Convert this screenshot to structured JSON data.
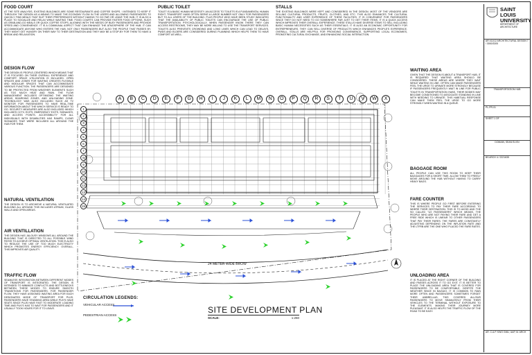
{
  "text_blocks": [
    {
      "id": "food-court",
      "title": "FOOD COURT",
      "body": "AT THE SITE ANALYSIS, EXISTING BUILDINGS ARE SOME RESTAURANTS AND COFFEE SHOPS. I INTENDED TO KEEP IT THROUGH THE DESIGN AS A MEANS TO MAKE THE ECONOMY FLOW IN THE USERS AND ALLOWING PASSENGERS TO QUICKLY FIND MEALS THAT SUIT THEIR PREFERENCES WITHOUT HAVING TO GO FAR OR LEAVE THE HUB. IT IS ALSO A PLACE TO SOCIALIZE AND RELAX WHILE WAITING TIME. FOOD COURTS CAN PROVIDE FASTER FOOD OPTIONS, SUCH AS GRAB-AND-GO MEALS OR QUICK COFFEE STOPS, ALIGNING WITH THE NEEDS OF BUSY PASSENGERS AND PROVIDE SPEED AND CONVENIENCE. IT IS A COMMUNAL ASPECT THAT CAN ENHANCE THE ATMOSPHERE OF THE HUB. IT CAN ACCOMMODATE ANYONE WHO ENTERS THE HUB, NOT ONLY PASSENGERS BUT ALSO THE PEOPLE THAT PASSES BY. THEY MIGHT GET HUNGRY ON THEIR WAY TO THEIR DESTINATION AND THEY MAY BE A STOP-BY FOR THEM TO HAVE A BREAK AND RELAXATION."
    },
    {
      "id": "public-toilet",
      "title": "PUBLIC TOILET",
      "body": "TOILET IS A BASIC HUMAN NECESSITY. AN ACCESS TO TOILETS IS A FUNDAMENTAL HUMAN RIGHT. TRANSPORT HUBS OFTEN SERVE A LARGE NUMBER NOT ONLY FOR PASSENGERS BUT TO ALL USERS OF THE BUILDING. PLUS PEOPLE WHO HAVE BEEN STUDY INDICATED THAT THE AVAILABILITY OF PUBLIC TOILETS CAN ENCOURAGE THE USE OF PUBLIC TRANSPORTATION. PSYCHOLOGICALLY, WHEN PASSENGER KNOW THERE THEY CAN ACCESS RESTROOMS, THEY MAY BE MORE WILLING TO USE THE TRANSPORT SERVICES. TOILETS ALSO PREVENTS CROWDING AND LONG LINES WHICH CAN LEAD TO DELAYS. PWDS AND ELDERS ARE CONSIDERED DURING PLANNING WHICH HELPS THEM TO HAVE COMFORT AS WELL."
    },
    {
      "id": "stalls",
      "title": "STALLS",
      "body": "THE EXISTING BUILDINGS WERE KEPT AND CONSIDERED IN THE DESIGN. MOST OF THE VENDORS ARE SELLING CULTURAL PRODUCTS, FRUITS, CLOTHES, AND ETC. THIS ALSO ENHANCES THE CULTURAL FUNCTIONALITY AND USER EXPERIENCE OF THESE FACILITIES. IT IS CONVENIENT FOR PASSENGERS SINCE THEY DO NOT NEED TO GO SOMEWHERE FAR JUST TO GET THEIR ITEMS. IT IS A QUICK ACCESS WHICH IMPROVES THEIR OVERALL EXPERIENCE. THESE STALLS HAVE DIVERSE ITEMS TO SELL INCLUDING BASIC HUMAN NECESSITIES SUCH AS THEIR ESSENTIALS. IT IS ALSO AN ECONOMIC OPPORTUNITY FOR ENTREPRENEURS. THEY CAN SELL DIVERSE OF PRODUCTS WHICH ENHANCES PEOPLE'S EXPERIENCE. OVERALL, STALLS ARE HELPFUL FOR PROVIDING CONVENIENCE, SUPPORTING LOCAL ECONOMIES, PROMOTING CULTURAL EXCHANGE, AND ENHANCING SOCIAL INTERACTION."
    },
    {
      "id": "design-flow",
      "title": "DESIGN FLOW",
      "body": "THE DESIGN IS PEOPLE-CENTERED WHICH MEANS THAT IT IS FOCUSED ON THEIR OVERALL EXPERIENCE AND COMFORT. SPACE UTILIZATION IS INCLUDED. OPEN SPACES AND ZONES FOR WAITING CREATES FLEXIBLE AND MODULAR SPACES THAT CAN ACCOMMODATE VARIOUS FUNCTION. THE PASSENGERS ARE DESIGNED TO BE PROTECTED FROM WEATHER ELEMENTS SUCH AS TOO MUCH HEAT AND RAIN. THE FLOW MANAGEMENT INCLUDES OPTIMIZING THE WAITING AREAS, BOARDING ZONES, AND UNLOADING ZONE. TECHNOLOGY WAS ALSO INCLUDED SUCH AS TV MONITOR FOR PASSENGERS TO HAVE REAL-TIME INFORMATION ABOUT THE WHICH SERVICE IS READY TO GO. SECURITY MEASURES ARE ALSO INCLUDED WHICH INCLUDES CCTV, EXITS, EMERGENCY EXITS, SIGNAGES, AND ACCESS POINTS. ACCESSIBILITY FOR ALL INDIVIDUALS WITH DISABILITIES HAS RAMPS, CLEAR SIGNAGES THAT WERE INCLUDED ALL AROUND THE HUB FOR THEM."
    },
    {
      "id": "natural-ventilation",
      "title": "NATURAL VENTILATION",
      "body": "THE DESIGN IS TO ARCHIEVE A NATURAL VENTILATED BUILDING ALL AROUND THIS INCLUDES ATRIUM, GLASS WALLS AND OPEN AREAS."
    },
    {
      "id": "air-ventilation",
      "title": "AIR VENTILLATION",
      "body": "THE DESIGN HAS JALOUSY WINDOWS ALL AROUND THE BUILDING THAT IS DIRECTED TO ALL POSSIBLE WIND PATHS TO ACHIEVE OPTIMAL VENTILATION. THIS IS ALSO TO REDUCE THE USE OF TOO MUCH ELECTRICITY WHICH PROMOTES ENERGY EFFICIENCY. OVERALL, THIS IMPROVES AIR QUALITY."
    },
    {
      "id": "traffic-flow",
      "title": "TRAFFIC FLOW",
      "body": "SEAMLESS INTEGRATION BETWEEN DIFFERENT MODES OF TRANSPORT IS INTEGRATED. THE DESIGN IS INTENDED TO MINIMIZE CONFLICTS AND BOTTLENECKS BETWEEN THESE MODES TO ENSURE SMOOTH TRANSITIONS FOR PASSENGERS. FOR PASSENGER FLOW, THEY HAVE ASSIGNED WAITING AREA FOR EACH DESIGNATED MODE OF TRANSPORT FOR PUJS. PASSENGERS HAVE STANDING AREA WHILE PUV'S HAVE SEATS SINCE PUJS HAVE FAST TO MODERATE LOADING TIME AND PUV'S HAS TO WAIT FOR PASSENGERS AND IT USUALLY TOOK HOURS FOR IT TO LEAVE."
    },
    {
      "id": "waiting-area",
      "title": "WAITING AREA",
      "body": "GIVEN THAT THE DESIGN IS ABOUT A TRANSPORT HUB, IT IS REQUIRED THAT WAITING AREA SHOULD BE CONSIDERED. THESE AREAS ARE WHERE THEY WAIT WHILE WAITING IN LINE. OFTEN CAN MAKE PASSENGERS FEEL THE URGE TO URINATE MORE STRONGLY BECAUSE IF PASSENGERS FREQUENTLY WAIT IN LINE FOR PUBLIC TOILETS IN TRANSPORTATION HUBS, THEIR BODIES MAY BECOME CONDITIONED TO ASSOCIATE STANDING IN LINE WITH NEEDING TO URINATE. THIS HABITUAL RESPONSE CAN MAKE THEM FEEL THE URGE TO GO MORE STRONGLY WHEN WAITING IN A QUEUE."
    },
    {
      "id": "baggage-room",
      "title": "BAGGAGE ROOM",
      "body": "ALL PEOPLE CAN USE THIS ROOM TO KEEP THEIR BAGGAGES FOR A SHORT TIME. ALLOW THEM TO FREELY MOVE AROUND THE HUB WITHOUT HAVING TO CARRY HEAVY BAGS."
    },
    {
      "id": "fare-counter",
      "title": "FARE COUNTER",
      "body": "THIS IS WHERE PEOPLE GO FIRST BEFORE ENTERING THE SERVICES TO PAY THEIR FARE ACCORDING TO WHERE THEIR DESTINATION. THIS IS TO AVOID AND THE SO CALLED \"1/2 PASSENGERS\" WHICH MEANS, THE PEOPLE WHO ARE NOT PAYING THEIR FARE AND GET A FREE RIDE WHICH IS UNFAIR TO OTHER PASSENGERS THAT PAY THEIR FARES. THE FARES ARE CONSTANTLY ADJUSTING DEPENDING ON THE INFLATION RATE AND THE LTFRB ARE THE ONE WHO PLACED THE FARE RATES."
    },
    {
      "id": "unloading-area",
      "title": "UNLOADING AREA",
      "body": "IT IS PLACED AT THE RIGHT CORNER OF THE BUILDING AND PASSES ACROSS IT TO GO EXIT. IT IS BETTER TO PLACE THE UNLOADING AREA THAT IS COVERED FOR PASSENGERS TO BE COMFORTABLE. DESPITE THE WEATHER SINCE IN BAGUIO, IT IS COMMON TO RAIN MORE OFTEN AND PASSENGERS SOMETIMES FORGET THEIR UMBRELLAS. THIS COVERED ALLOWS PASSENGERS TO MOVE SEAMLESSLY FROM THEIR VEHICLES TO THE TERMINAL WITHOUT EXPOSURE TO THE ELEMENTS. MAKING THEIR JOURNEY MORE PLEASANT. IT IS ALSO HELPS THE TRAFFIC FLOW OF THE ROAD TO BE EASY."
    }
  ],
  "grid_columns": [
    "A",
    "B",
    "C",
    "D",
    "E",
    "F",
    "G",
    "H",
    "I",
    "J",
    "K",
    "L",
    "M",
    "N",
    "O",
    "P",
    "Q",
    "R",
    "S",
    "T",
    "U",
    "V",
    "W",
    "X"
  ],
  "grid_rows": [
    "1",
    "2",
    "3",
    "4",
    "5",
    "6",
    "7",
    "8",
    "9",
    "10",
    "11",
    "12",
    "13",
    "14",
    "15"
  ],
  "plan": {
    "title": "SITE DEVELOPMENT PLAN",
    "scale_label": "SCALE:",
    "scale_value": "1:250",
    "road_label": "24 METER WIDE BROW"
  },
  "legend": {
    "title": "CIRCULATION LEGENDS:",
    "vehicular": "VEHICULAR ACCESS",
    "pedestrian": "PEDESTRIAN ACCESS"
  },
  "title_block": {
    "university": "SAINT LOUIS",
    "university2": "UNIVERSITY",
    "dept": "DEPARTMENT OF",
    "dept2": "ARCHITECTURE",
    "course": "AR 411/12 ARCHITECTURAL DESIGN 7 / 3000/3305",
    "project": "TRANSPORTATION HUB",
    "sheet_code": "PL-PR-01",
    "sheet_no": "SHEET 1 OF",
    "student": "DOMAIN, SEAN ELVIN",
    "section": "BS ARCH 4 / 2221635",
    "adviser": "AR. C.A.P. KWO GMU, UAP, M. ARCH"
  },
  "colors": {
    "ink": "#222222",
    "green": "#2bd12b",
    "blue": "#2a4fd6"
  }
}
